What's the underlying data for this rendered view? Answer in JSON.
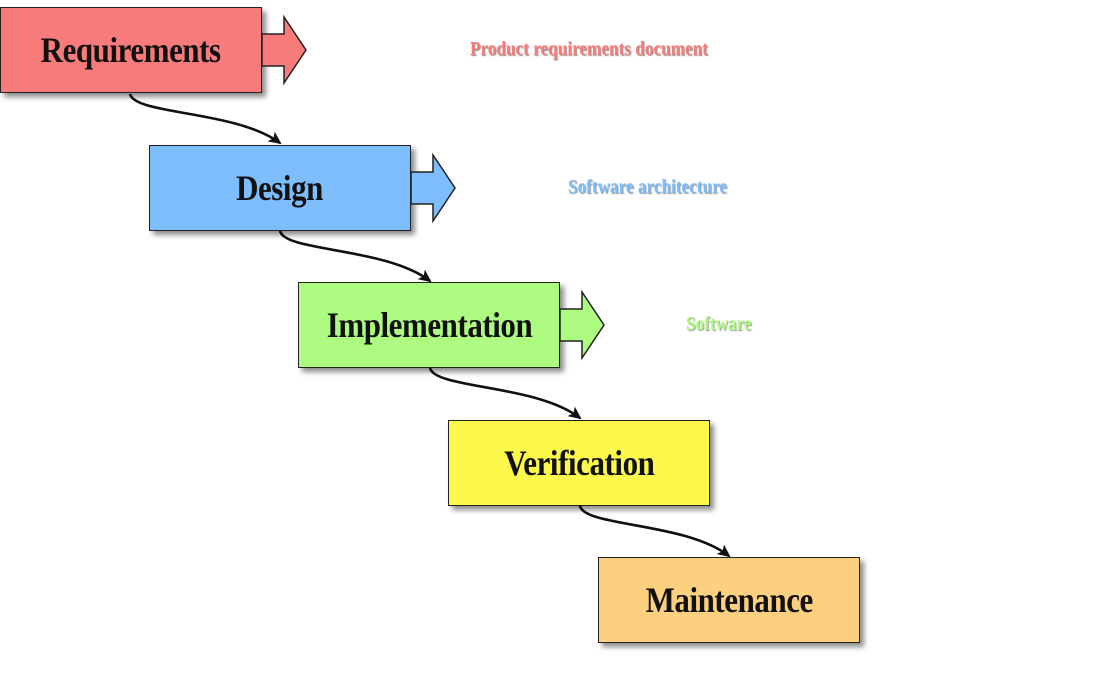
{
  "colors": {
    "requirements": "#f77b7b",
    "design": "#7dbdfb",
    "implementation": "#adfb80",
    "verification": "#fdf84c",
    "maintenance": "#fdd080",
    "connector": "#111111"
  },
  "stages": [
    {
      "id": "requirements",
      "label": "Requirements",
      "deliverable": "Product requirements document"
    },
    {
      "id": "design",
      "label": "Design",
      "deliverable": "Software architecture"
    },
    {
      "id": "implementation",
      "label": "Implementation",
      "deliverable": "Software"
    },
    {
      "id": "verification",
      "label": "Verification"
    },
    {
      "id": "maintenance",
      "label": "Maintenance"
    }
  ]
}
